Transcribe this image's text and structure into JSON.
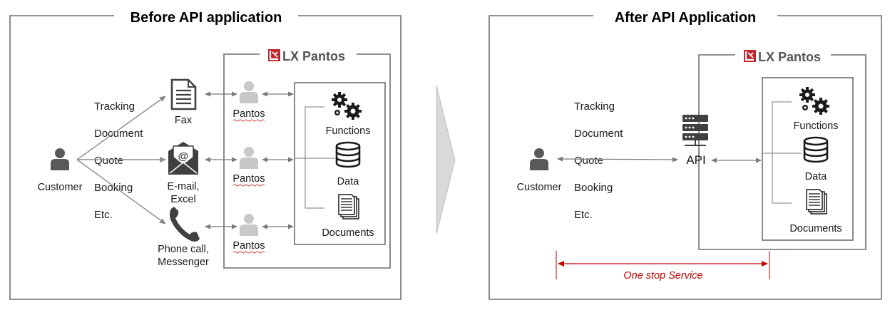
{
  "left_panel": {
    "title": "Before API application",
    "brand": "LX Pantos",
    "channel_types": [
      "Tracking",
      "Document",
      "Quote",
      "Booking",
      "Etc."
    ],
    "customer_label": "Customer",
    "channels": [
      {
        "label": "Fax",
        "icon": "fax-document-icon"
      },
      {
        "label": "E-mail,",
        "label_line2": "Excel",
        "icon": "email-envelope-icon"
      },
      {
        "label": "Phone call,",
        "label_line2": "Messenger",
        "icon": "phone-handset-icon"
      }
    ],
    "staff_label": "Pantos",
    "systems": [
      {
        "label": "Functions",
        "icon": "gears-icon"
      },
      {
        "label": "Data",
        "icon": "database-icon"
      },
      {
        "label": "Documents",
        "icon": "documents-stack-icon"
      }
    ]
  },
  "right_panel": {
    "title": "After API Application",
    "brand": "LX Pantos",
    "channel_types": [
      "Tracking",
      "Document",
      "Quote",
      "Booking",
      "Etc."
    ],
    "customer_label": "Customer",
    "api_label": "API",
    "api_icon": "server-rack-icon",
    "systems": [
      {
        "label": "Functions",
        "icon": "gears-icon"
      },
      {
        "label": "Data",
        "icon": "database-icon"
      },
      {
        "label": "Documents",
        "icon": "documents-stack-icon"
      }
    ],
    "service_label": "One stop Service"
  },
  "colors": {
    "brand_red": "#c0262d",
    "service_red": "#c00000",
    "frame_gray": "#6e6e6e",
    "staff_gray": "#c8c8c8",
    "transition_arrow": "#d9d9d9"
  }
}
